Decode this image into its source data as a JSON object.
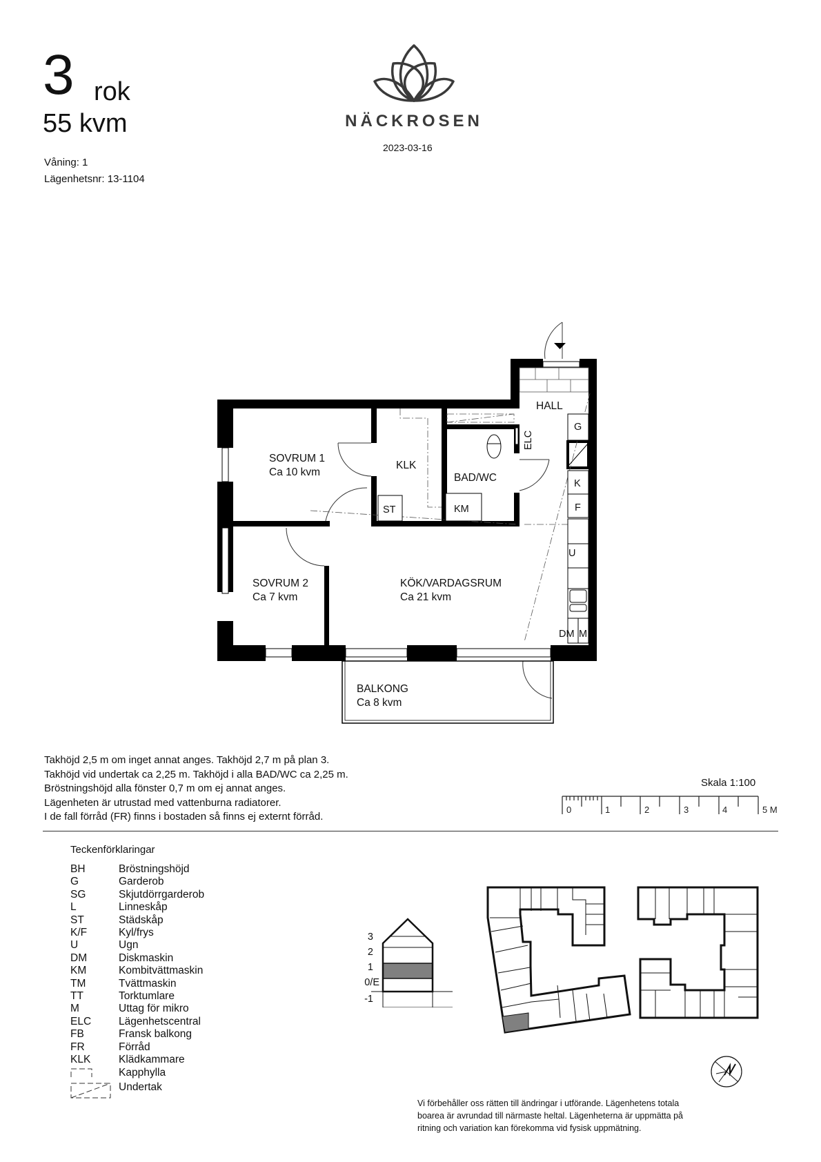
{
  "header": {
    "rooms_number": "3",
    "rooms_unit": "rok",
    "area": "55 kvm",
    "floor_label": "Våning: 1",
    "apartment_label": "Lägenhetsnr: 13-1104"
  },
  "brand": {
    "name": "NÄCKROSEN",
    "date": "2023-03-16",
    "logo_icon": "lotus-icon"
  },
  "floorplan": {
    "rooms": [
      {
        "name": "SOVRUM 1",
        "area": "Ca 10 kvm"
      },
      {
        "name": "KLK",
        "area": ""
      },
      {
        "name": "BAD/WC",
        "area": ""
      },
      {
        "name": "HALL",
        "area": ""
      },
      {
        "name": "SOVRUM 2",
        "area": "Ca 7 kvm"
      },
      {
        "name": "KÖK/VARDAGSRUM",
        "area": "Ca 21 kvm"
      },
      {
        "name": "BALKONG",
        "area": "Ca 8 kvm"
      }
    ],
    "fixtures": {
      "st": "ST",
      "km": "KM",
      "elc": "ELC",
      "g": "G",
      "k": "K",
      "f": "F",
      "u": "U",
      "dm": "DM",
      "m": "M"
    }
  },
  "notes": [
    "Takhöjd 2,5 m om inget annat anges. Takhöjd 2,7 m på plan 3.",
    "Takhöjd vid undertak ca 2,25 m. Takhöjd i alla BAD/WC ca 2,25 m.",
    "Bröstningshöjd alla fönster 0,7 m om ej annat anges.",
    "Lägenheten är utrustad med vattenburna radiatorer.",
    "I de fall förråd (FR) finns i bostaden så finns ej externt förråd."
  ],
  "scale": {
    "label": "Skala 1:100",
    "ticks": [
      "0",
      "1",
      "2",
      "3",
      "4",
      "5 M"
    ]
  },
  "legend": {
    "title": "Teckenförklaringar",
    "items": [
      {
        "abbr": "BH",
        "desc": "Bröstningshöjd"
      },
      {
        "abbr": "G",
        "desc": "Garderob"
      },
      {
        "abbr": "SG",
        "desc": "Skjutdörrgarderob"
      },
      {
        "abbr": "L",
        "desc": "Linneskåp"
      },
      {
        "abbr": "ST",
        "desc": "Städskåp"
      },
      {
        "abbr": "K/F",
        "desc": "Kyl/frys"
      },
      {
        "abbr": "U",
        "desc": "Ugn"
      },
      {
        "abbr": "DM",
        "desc": "Diskmaskin"
      },
      {
        "abbr": "KM",
        "desc": "Kombitvättmaskin"
      },
      {
        "abbr": "TM",
        "desc": "Tvättmaskin"
      },
      {
        "abbr": "TT",
        "desc": "Torktumlare"
      },
      {
        "abbr": "M",
        "desc": "Uttag för mikro"
      },
      {
        "abbr": "ELC",
        "desc": "Lägenhetscentral"
      },
      {
        "abbr": "FB",
        "desc": "Fransk balkong"
      },
      {
        "abbr": "FR",
        "desc": "Förråd"
      },
      {
        "abbr": "KLK",
        "desc": "Klädkammare"
      }
    ],
    "symbols": [
      {
        "symbol": "kapphylla-symbol",
        "desc": "Kapphylla"
      },
      {
        "symbol": "undertak-symbol",
        "desc": "Undertak"
      }
    ]
  },
  "stack_diagram": {
    "floors": [
      "3",
      "2",
      "1",
      "0/E",
      "-1"
    ],
    "highlighted_floor": "1",
    "highlight_color": "#808080"
  },
  "site_plan": {
    "highlight_color": "#808080",
    "north_icon": "north-arrow-icon"
  },
  "disclaimer": [
    "Vi förbehåller oss rätten till ändringar i utförande. Lägenhetens totala",
    "boarea är avrundad till närmaste heltal. Lägenheterna är uppmätta på",
    "ritning och variation kan förekomma vid fysisk uppmätning."
  ]
}
